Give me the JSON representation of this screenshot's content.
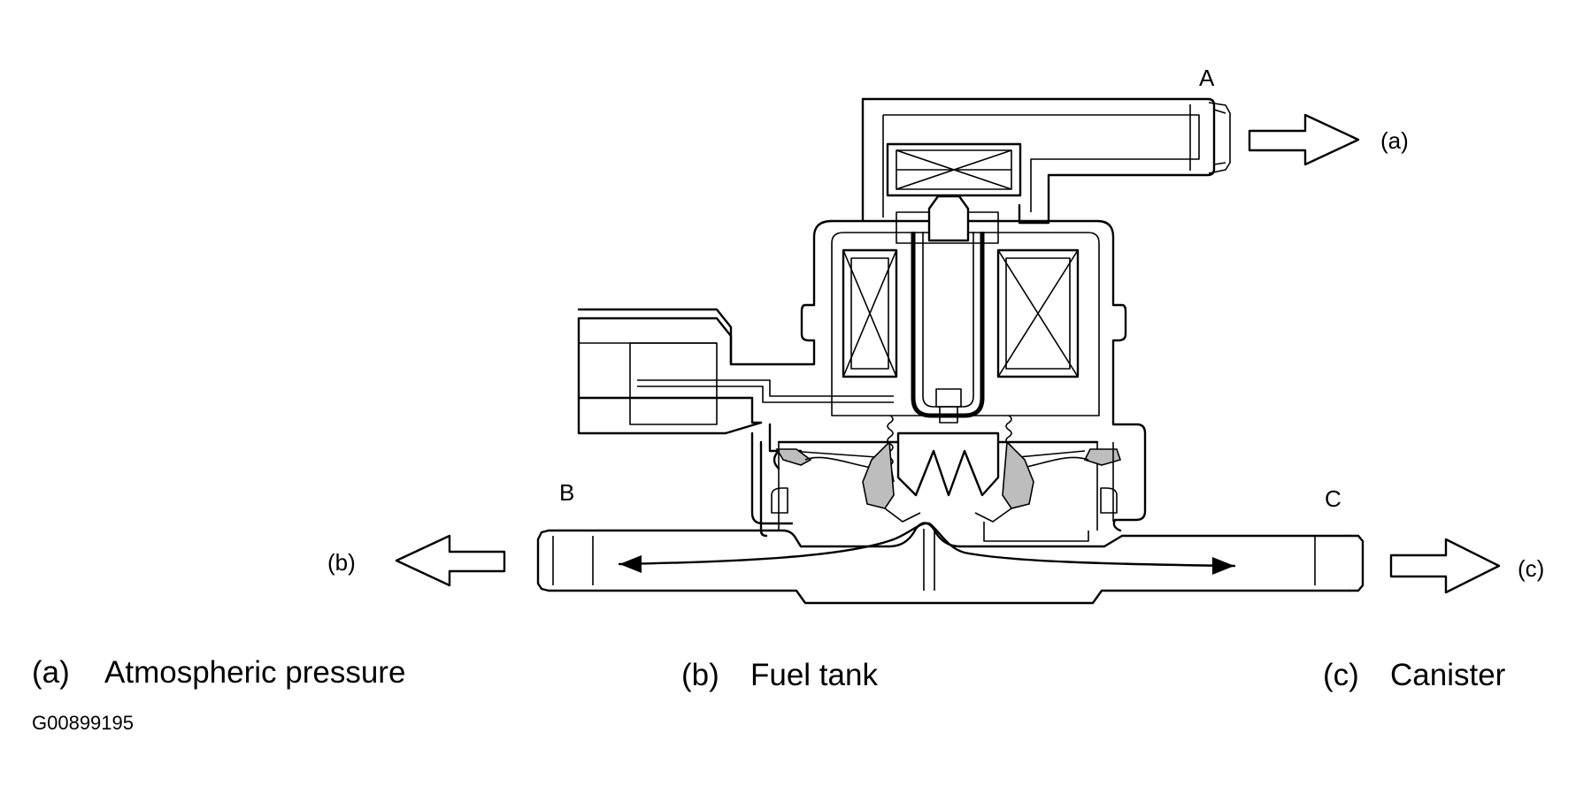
{
  "ports": {
    "a": "A",
    "b": "B",
    "c": "C"
  },
  "arrows": {
    "a": "(a)",
    "b": "(b)",
    "c": "(c)"
  },
  "legend": [
    {
      "letter": "(a)",
      "text": "Atmospheric pressure"
    },
    {
      "letter": "(b)",
      "text": "Fuel tank"
    },
    {
      "letter": "(c)",
      "text": "Canister"
    }
  ],
  "figure_id": "G00899195"
}
